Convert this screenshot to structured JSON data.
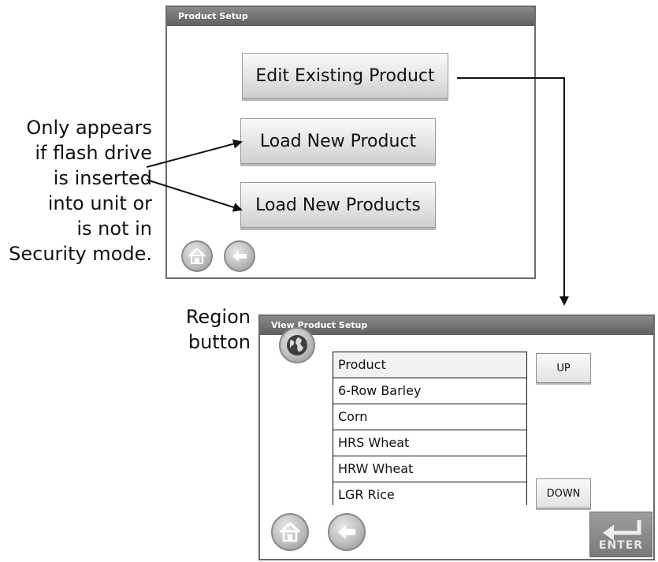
{
  "annotations": {
    "flash_note": [
      "Only appears",
      "if flash drive",
      "is inserted",
      "into unit or",
      "is not in",
      "Security mode."
    ],
    "region_note": [
      "Region",
      "button"
    ]
  },
  "product_setup": {
    "title": "Product Setup",
    "buttons": {
      "edit_existing": "Edit Existing Product",
      "load_new": "Load New Product",
      "load_new_multi": "Load New Products"
    },
    "nav": {
      "home_icon": "home-icon",
      "back_icon": "back-arrow-icon"
    }
  },
  "view_product_setup": {
    "title": "View Product Setup",
    "region_icon": "globe-icon",
    "list": {
      "header": "Product",
      "items": [
        "6-Row Barley",
        "Corn",
        "HRS Wheat",
        "HRW Wheat",
        "LGR Rice"
      ]
    },
    "buttons": {
      "up": "UP",
      "down": "DOWN",
      "enter": "ENTER"
    },
    "nav": {
      "home_icon": "home-icon",
      "back_icon": "back-arrow-icon"
    }
  },
  "colors": {
    "titlebar": "#6f6f6f",
    "border": "#6b6b6b",
    "enter_button": "#8a8a8a"
  }
}
